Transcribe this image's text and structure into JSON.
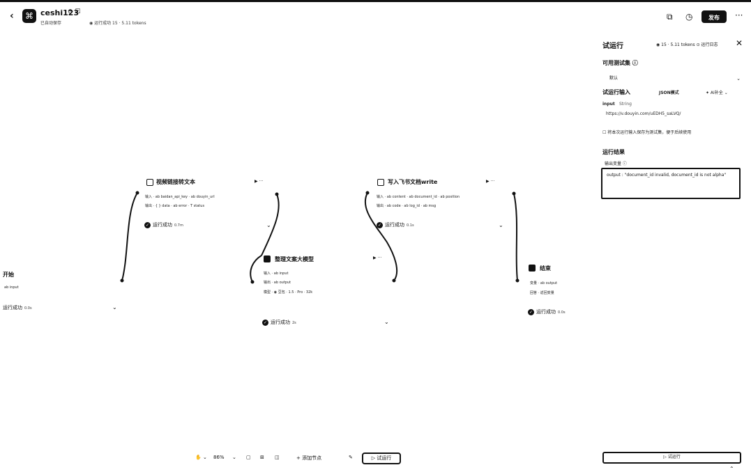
{
  "header": {
    "back_glyph": "‹",
    "logo_glyph": "⌘",
    "title": "ceshi123",
    "title_icons": "⊙ ☑",
    "subtitle": "已自动保存",
    "status": "◉ 运行成功 15 · 5.11 tokens",
    "icons": [
      "copy-icon",
      "history-icon"
    ],
    "copy_glyph": "⧉",
    "history_glyph": "◷",
    "publish_label": "发布",
    "more_glyph": "···"
  },
  "nodes": {
    "video": {
      "title": "视频链接转文本",
      "row1": "输入 · ab  baidan_api_key  ·  ab douyin_url",
      "row2": "输出 · { } data  · ab error  · T status",
      "run_label": "运行成功",
      "duration": "0.7m",
      "action": "▶ ···"
    },
    "llm": {
      "title": "整理文案大模型",
      "row1": "输入 · ab input",
      "row2": "输出 · ab output",
      "row3": "模型 · ◉ 豆包 · 1.5 · Pro · 32k",
      "run_label": "运行成功",
      "duration": "2s",
      "action": "▶ ···"
    },
    "feishu": {
      "title": "写入飞书文档write",
      "row1": "输入 · ab content  · ab document_id  · ab position",
      "row2": "输出 · ab code  · ab log_id  · ab msg",
      "run_label": "运行成功",
      "duration": "0.1s",
      "action": "▶ ···"
    },
    "start": {
      "title": "开始",
      "row1": "ab input",
      "run_label": "运行成功",
      "duration": "0.0s"
    },
    "end": {
      "title": "结束",
      "row1": "变量 · ab output",
      "row2": "回答 · 返回变量",
      "run_label": "运行成功",
      "duration": "0.0s"
    }
  },
  "toolbar": {
    "hand_glyph": "✋ ⌄",
    "zoom": "86%",
    "zoom_caret": "⌄",
    "add_node": "+ 添加节点",
    "tool_glyphs": [
      "▢",
      "⊞",
      "◫"
    ],
    "pen_glyph": "✎",
    "run_label": "▷ 试运行"
  },
  "panel": {
    "title": "试运行",
    "status": "◉ 15 · 5.11 tokens  ⊙ 运行日志",
    "close_glyph": "✕",
    "testset_label": "可用测试集 ⓘ",
    "testset_value": "默认",
    "testset_caret": "⌄",
    "input_label": "试运行输入",
    "json_mode": "JSON模式",
    "ai_fill": "✦ AI补全 ⌄",
    "input_name": "input",
    "input_type": "String",
    "input_value": "https://v.douyin.com/uEDH5_saLVQ/",
    "save_checkbox": "☐ 将本次运行输入保存为测试集，便于后续使用",
    "result_label": "运行结果",
    "result_sub": "输出变量 ⓘ",
    "result_text": "output : \"document_id invalid, document_id is not alpha\"",
    "run_label": "▷ 试运行",
    "scroll_glyph": "⌃"
  }
}
